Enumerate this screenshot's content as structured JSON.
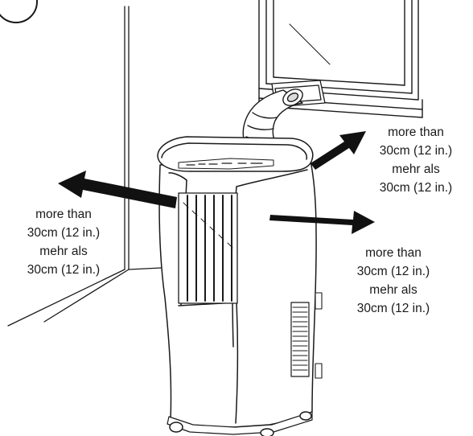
{
  "diagram": {
    "clearance_labels": {
      "left": {
        "line1": "more than",
        "line2": "30cm (12 in.)",
        "line3": "mehr als",
        "line4": "30cm (12 in.)"
      },
      "top_right": {
        "line1": "more than",
        "line2": "30cm (12 in.)",
        "line3": "mehr als",
        "line4": "30cm (12 in.)"
      },
      "right": {
        "line1": "more than",
        "line2": "30cm (12 in.)",
        "line3": "mehr als",
        "line4": "30cm (12 in.)"
      }
    },
    "colors": {
      "line": "#1a1a1a",
      "arrow": "#111111",
      "fill": "#ffffff",
      "shade": "#dcdcdc"
    }
  }
}
